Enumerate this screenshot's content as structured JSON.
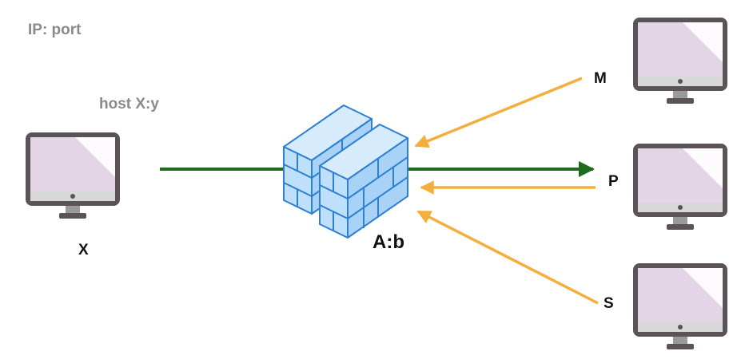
{
  "legend_label": "IP: port",
  "host_label": "host  X:y",
  "nodes": {
    "client": {
      "label": "X",
      "icon": "monitor-icon"
    },
    "firewall": {
      "label": "A:b",
      "icon": "brick-wall-icon"
    },
    "peer_m": {
      "label": "M",
      "icon": "monitor-icon"
    },
    "peer_p": {
      "label": "P",
      "icon": "monitor-icon"
    },
    "peer_s": {
      "label": "S",
      "icon": "monitor-icon"
    }
  },
  "connections": [
    {
      "from": "client",
      "to": "peer_p",
      "color": "#1e6b1e",
      "direction": "outbound"
    },
    {
      "from": "peer_m",
      "to": "firewall",
      "color": "#f4ae3d",
      "direction": "inbound"
    },
    {
      "from": "peer_p",
      "to": "firewall",
      "color": "#f4ae3d",
      "direction": "inbound"
    },
    {
      "from": "peer_s",
      "to": "firewall",
      "color": "#f4ae3d",
      "direction": "inbound"
    }
  ],
  "colors": {
    "outbound": "#1e6b1e",
    "inbound": "#f4ae3d",
    "wall_fill": "#bfe0fb",
    "wall_stroke": "#2f7fd2",
    "monitor_frame": "#5a5458",
    "monitor_screen": "#e3d4e6",
    "monitor_highlight": "#ffffff"
  }
}
